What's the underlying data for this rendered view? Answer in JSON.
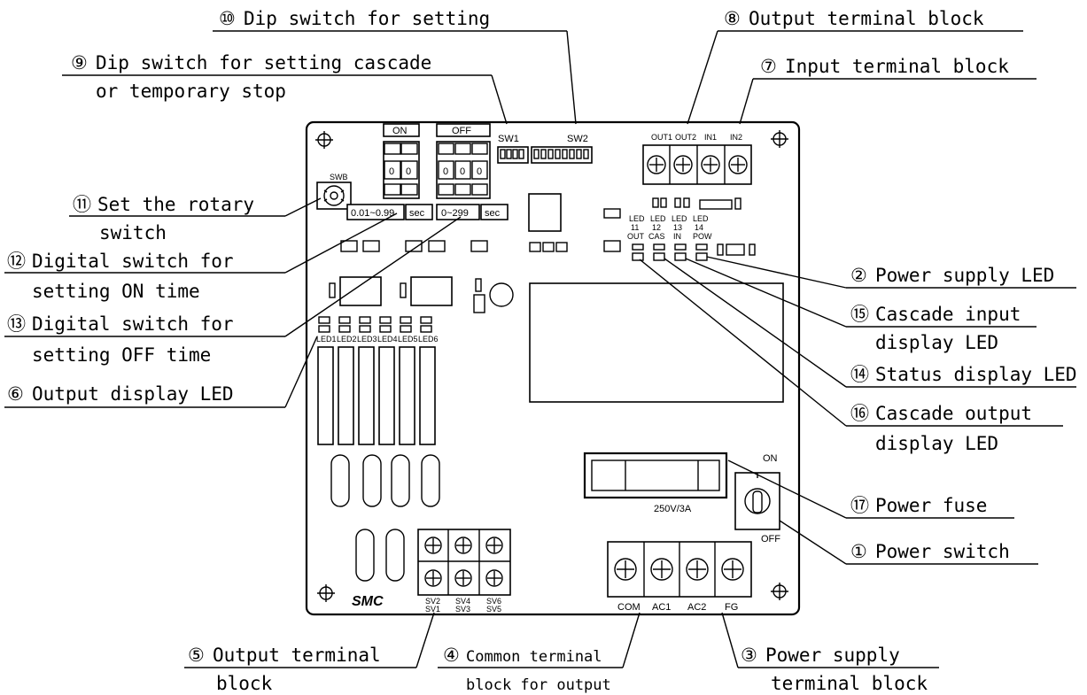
{
  "labels": {
    "c1": {
      "num": "①",
      "text": "Power switch"
    },
    "c2": {
      "num": "②",
      "text": "Power supply LED"
    },
    "c3": {
      "num": "③",
      "text1": "Power supply",
      "text2": "terminal block"
    },
    "c4": {
      "num": "④",
      "text1": "Common terminal",
      "text2": "block for output"
    },
    "c5": {
      "num": "⑤",
      "text1": "Output terminal",
      "text2": "block"
    },
    "c6": {
      "num": "⑥",
      "text": "Output display LED"
    },
    "c7": {
      "num": "⑦",
      "text": "Input terminal block"
    },
    "c8": {
      "num": "⑧",
      "text": "Output terminal block"
    },
    "c9": {
      "num": "⑨",
      "text1": "Dip switch for setting cascade",
      "text2": "or temporary stop"
    },
    "c10": {
      "num": "⑩",
      "text": "Dip switch for setting"
    },
    "c11": {
      "num": "⑪",
      "text1": "Set the rotary",
      "text2": "switch"
    },
    "c12": {
      "num": "⑫",
      "text1": "Digital switch for",
      "text2": "setting ON time"
    },
    "c13": {
      "num": "⑬",
      "text1": "Digital switch for",
      "text2": "setting OFF time"
    },
    "c14": {
      "num": "⑭",
      "text": "Status display LED"
    },
    "c15": {
      "num": "⑮",
      "text1": "Cascade input",
      "text2": "display LED"
    },
    "c16": {
      "num": "⑯",
      "text1": "Cascade output",
      "text2": "display LED"
    },
    "c17": {
      "num": "⑰",
      "text": "Power fuse"
    }
  },
  "board": {
    "on_label": "ON",
    "off_label": "OFF",
    "on_range": "0.01~0.99",
    "off_range": "0~299",
    "sec": "sec",
    "swb": "SWB",
    "sw1": "SW1",
    "sw2": "SW2",
    "digit": "0",
    "out1": "OUT1",
    "out2": "OUT2",
    "in1": "IN1",
    "in2": "IN2",
    "status_leds": [
      {
        "l1": "LED",
        "l2": "11",
        "l3": "OUT"
      },
      {
        "l1": "LED",
        "l2": "12",
        "l3": "CAS"
      },
      {
        "l1": "LED",
        "l2": "13",
        "l3": "IN"
      },
      {
        "l1": "LED",
        "l2": "14",
        "l3": "POW"
      }
    ],
    "output_leds": [
      "LED1",
      "LED2",
      "LED3",
      "LED4",
      "LED5",
      "LED6"
    ],
    "fuse_rating": "250V/3A",
    "switch_on": "ON",
    "switch_off": "OFF",
    "brand": "SMC",
    "sv_pairs": [
      {
        "top": "SV2",
        "bot": "SV1"
      },
      {
        "top": "SV4",
        "bot": "SV3"
      },
      {
        "top": "SV6",
        "bot": "SV5"
      }
    ],
    "power_terms": [
      "COM",
      "AC1",
      "AC2",
      "FG"
    ]
  }
}
